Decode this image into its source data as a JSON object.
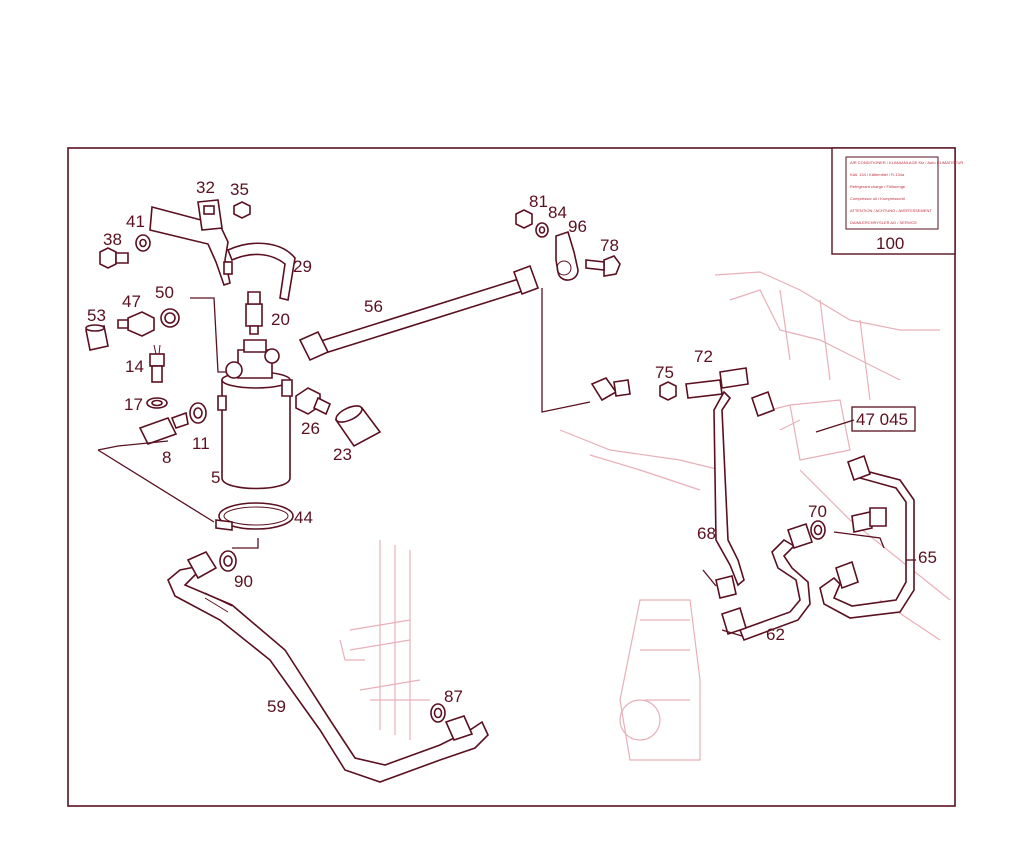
{
  "diagram": {
    "part_labels": [
      "32",
      "35",
      "41",
      "38",
      "29",
      "53",
      "47",
      "50",
      "20",
      "14",
      "17",
      "11",
      "8",
      "5",
      "26",
      "23",
      "44",
      "90",
      "59",
      "87",
      "56",
      "81",
      "84",
      "96",
      "78",
      "75",
      "72",
      "68",
      "70",
      "65",
      "62"
    ],
    "reference_box": "47 045",
    "legend_number": "100",
    "sticker_lines": [
      "AIR CONDITIONER / KLIMAANLAGE Kfz / Auto CLIMATISEUR",
      "Kält. 134 / Kältemittel / R-134a",
      "Refrigerant charge / Füllmenge",
      "Compressor oil / Kompressoröl",
      "ATTENTION / ACHTUNG / AVERTISSEMENT",
      "DAIMLERCHRYSLER AG / SERVICE"
    ],
    "colors": {
      "line": "#5a1020",
      "ghost": "#e8b0b8",
      "frame": "#5a1020"
    }
  }
}
